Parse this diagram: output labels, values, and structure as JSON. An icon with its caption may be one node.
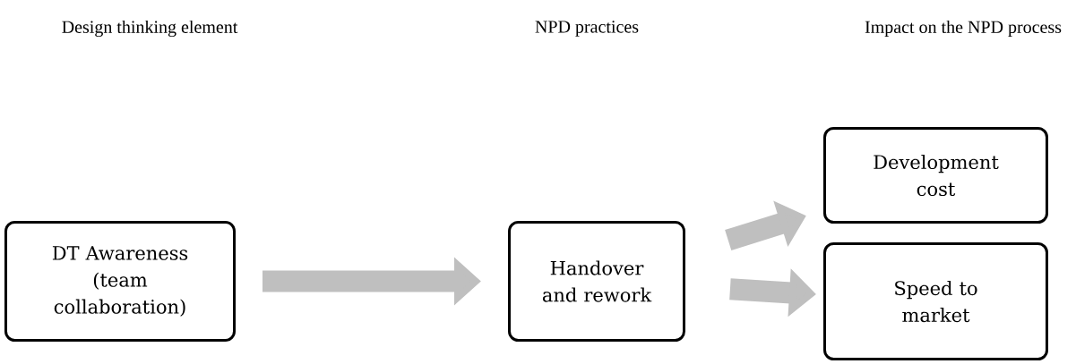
{
  "diagram": {
    "nodes": [
      {
        "text": [
          "DT Awareness (team collaboration)"
        ]
      },
      {
        "text": [
          "Handover and rework"
        ]
      },
      {
        "text": [
          "Development cost"
        ]
      },
      {
        "text": [
          "Speed to market"
        ]
      }
    ],
    "edges": [
      {
        "from": 0,
        "to": 1,
        "arrow": "to"
      },
      {
        "from": 1,
        "to": 2,
        "arrow": "to"
      },
      {
        "from": 1,
        "to": 3,
        "arrow": "to"
      }
    ],
    "labels": [
      "Design thinking element",
      "NPD practices",
      "Impact on the NPD process"
    ]
  }
}
